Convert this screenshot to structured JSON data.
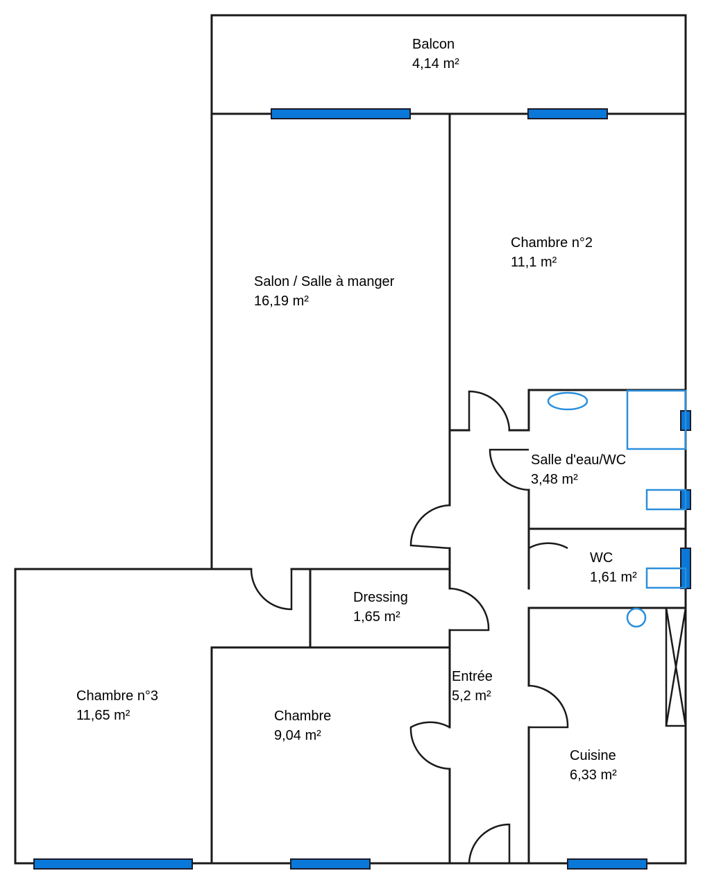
{
  "colors": {
    "wall": "#1a1a1a",
    "window_fill": "#0a78d8",
    "window_stroke": "#1a1a2a",
    "fixture": "#2a8fdc",
    "background": "#ffffff"
  },
  "rooms": {
    "balcon": {
      "name": "Balcon",
      "area": "4,14  m²"
    },
    "salon": {
      "name": "Salon / Salle à manger",
      "area": "16,19  m²"
    },
    "chambre2": {
      "name": "Chambre n°2",
      "area": "11,1  m²"
    },
    "salle_eau": {
      "name": "Salle d'eau/WC",
      "area": "3,48  m²"
    },
    "wc": {
      "name": "WC",
      "area": "1,61  m²"
    },
    "dressing": {
      "name": "Dressing",
      "area": "1,65  m²"
    },
    "entree": {
      "name": "Entrée",
      "area": "5,2  m²"
    },
    "chambre3": {
      "name": "Chambre n°3",
      "area": "11,65  m²"
    },
    "chambre": {
      "name": "Chambre",
      "area": "9,04  m²"
    },
    "cuisine": {
      "name": "Cuisine",
      "area": "6,33  m²"
    }
  },
  "fixtures": [
    "washbasin-icon",
    "shower-tray-icon",
    "toilet-icon",
    "sink-icon",
    "cooktop-icon"
  ]
}
